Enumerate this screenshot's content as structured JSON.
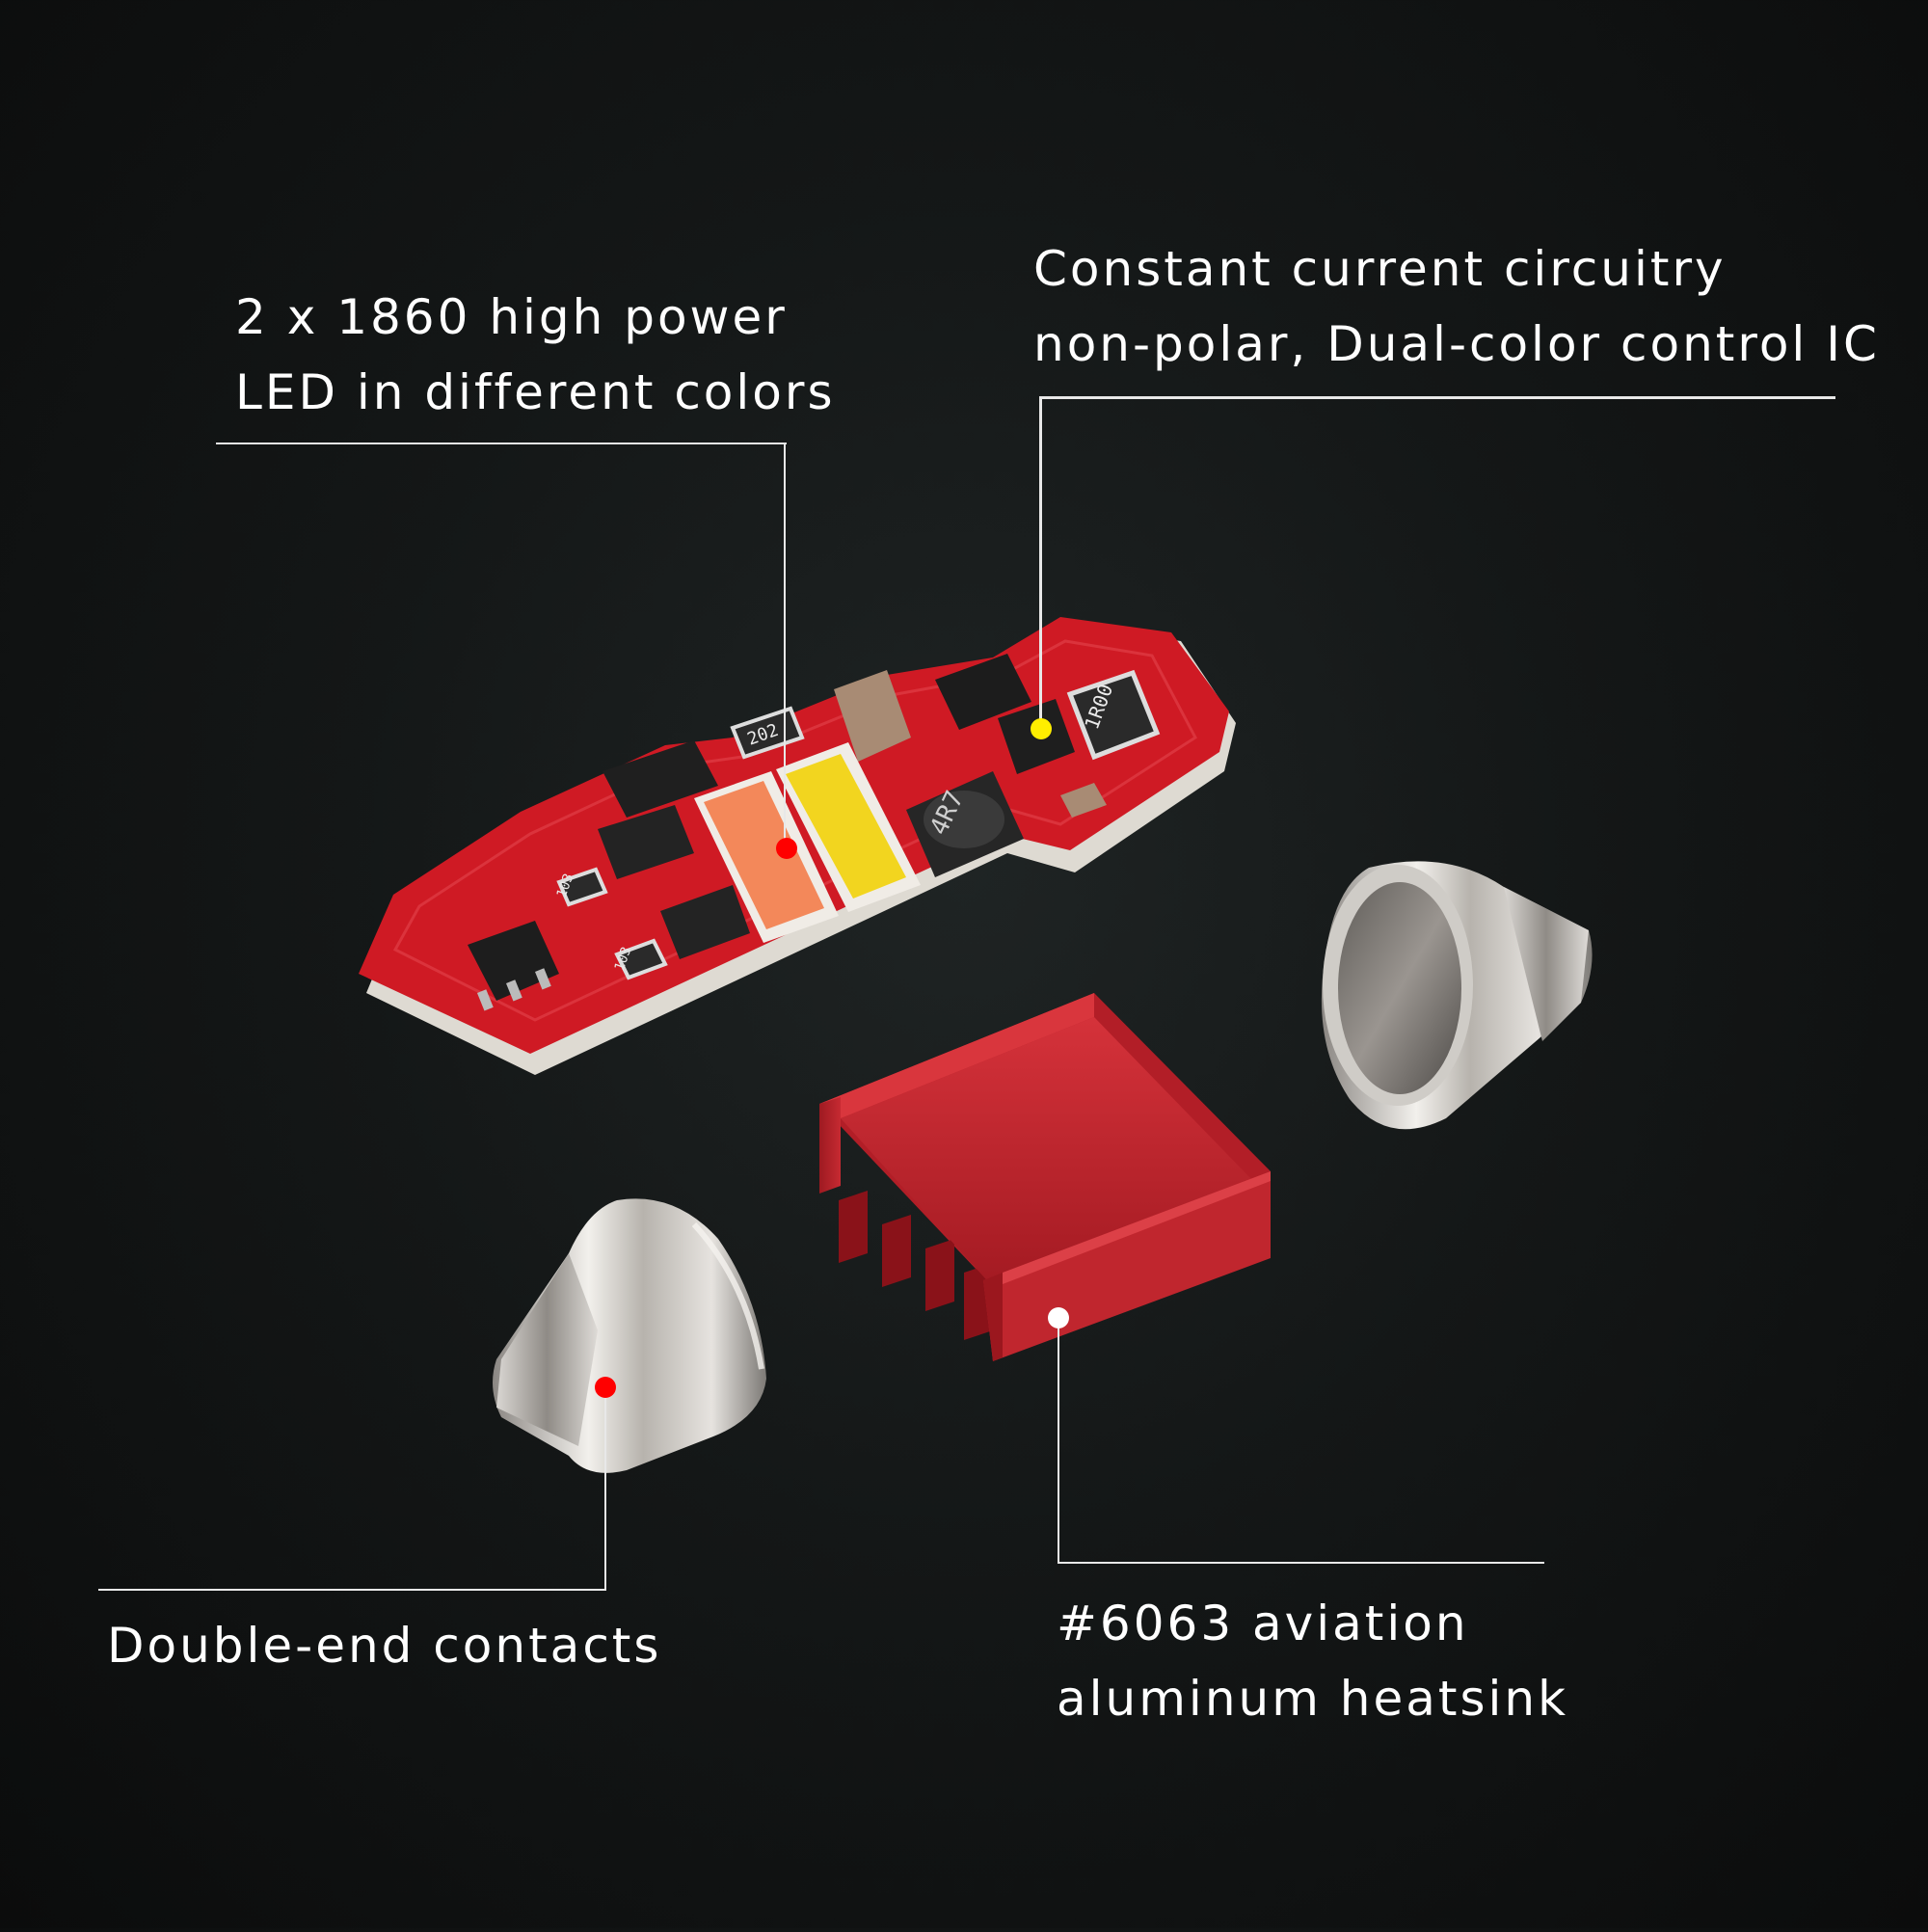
{
  "callouts": {
    "led": {
      "line1": "2 x 1860 high power",
      "line2": "LED in different colors",
      "dot_color": "#ff0000"
    },
    "circuit": {
      "line1": "Constant current circuitry",
      "line2": "non-polar, Dual-color control IC",
      "dot_color": "#ffee00"
    },
    "contacts": {
      "line1": "Double-end contacts",
      "dot_color": "#ff0000"
    },
    "heatsink": {
      "line1": "#6063 aviation",
      "line2": "aluminum heatsink",
      "dot_color": "#ffffff"
    }
  },
  "components": {
    "resistor_1": "202",
    "resistor_2": "1R00",
    "inductor": "4R7",
    "resistor_3": "103",
    "resistor_4": "103"
  },
  "colors": {
    "pcb": "#c8141e",
    "heatsink": "#b8232c",
    "led_orange": "#f3885a",
    "led_yellow": "#f2d51f",
    "metal": "#c9c6c2"
  }
}
